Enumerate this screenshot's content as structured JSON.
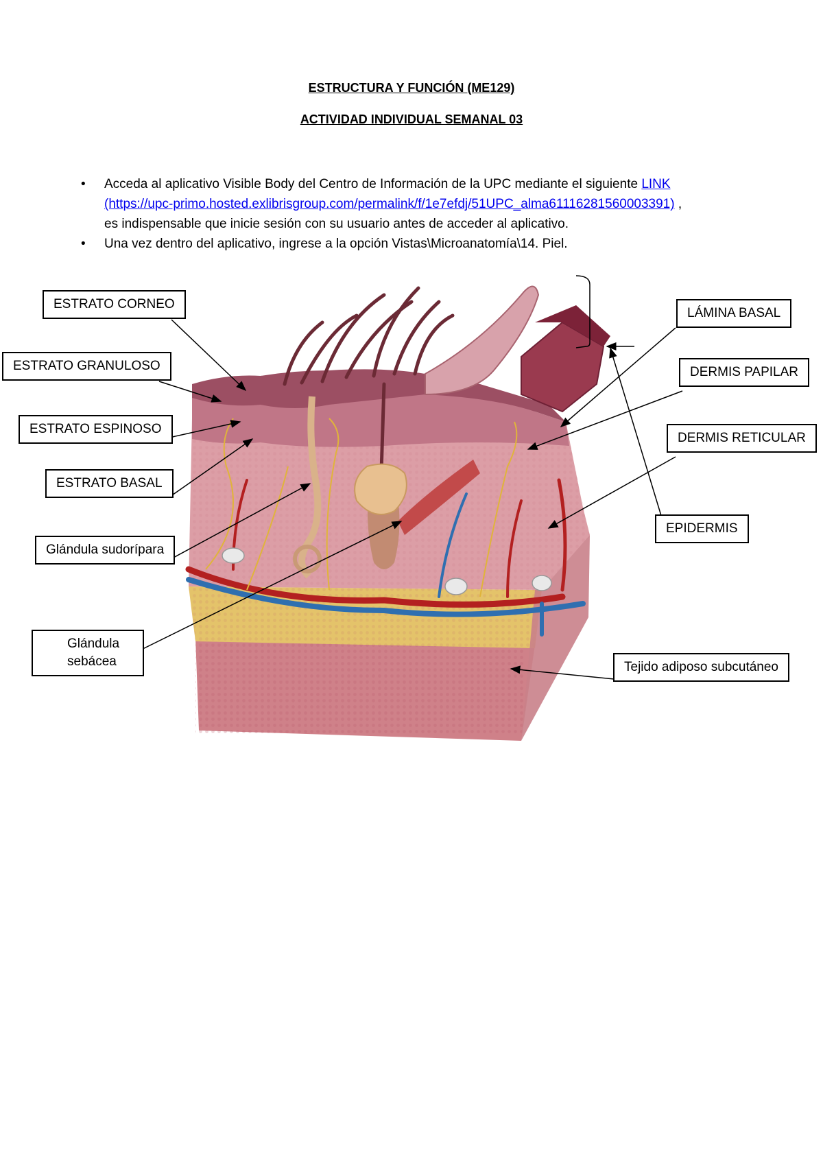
{
  "header": {
    "title": "ESTRUCTURA Y FUNCIÓN (ME129)",
    "subtitle": "ACTIVIDAD INDIVIDUAL SEMANAL 03"
  },
  "instructions": {
    "bullet_symbol": "•",
    "item1_before": "Acceda al aplicativo Visible Body del Centro de Información de la UPC mediante el siguiente ",
    "item1_link_label": "LINK",
    "item1_url": "(https://upc-primo.hosted.exlibrisgroup.com/permalink/f/1e7efdj/51UPC_alma61116281560003391)",
    "item1_after": " ,",
    "item1_line3": "es indispensable que inicie sesión con su usuario antes de acceder al aplicativo.",
    "item2": "Una vez dentro del aplicativo, ingrese a la opción Vistas\\Microanatomía\\14. Piel."
  },
  "labels": {
    "estrato_corneo": "ESTRATO CORNEO",
    "estrato_granuloso": "ESTRATO GRANULOSO",
    "estrato_espinoso": "ESTRATO ESPINOSO",
    "estrato_basal": "ESTRATO BASAL",
    "glandula_sudoripara": "Glándula sudorípara",
    "glandula_sebacea": "Glándula sebácea",
    "lamina_basal": "LÁMINA BASAL",
    "dermis_papilar": "DERMIS PAPILAR",
    "dermis_reticular": "DERMIS RETICULAR",
    "epidermis": "EPIDERMIS",
    "tejido_adiposo": "Tejido adiposo subcutáneo"
  },
  "colors": {
    "epidermis": "#b86a7e",
    "dermis": "#d99aa2",
    "adipose": "#e4c36a",
    "deep": "#c97b83",
    "artery": "#b32020",
    "vein": "#2f6fb0",
    "nerve": "#e0b43a",
    "hair": "#6b2a35",
    "link": "#0000ee"
  }
}
